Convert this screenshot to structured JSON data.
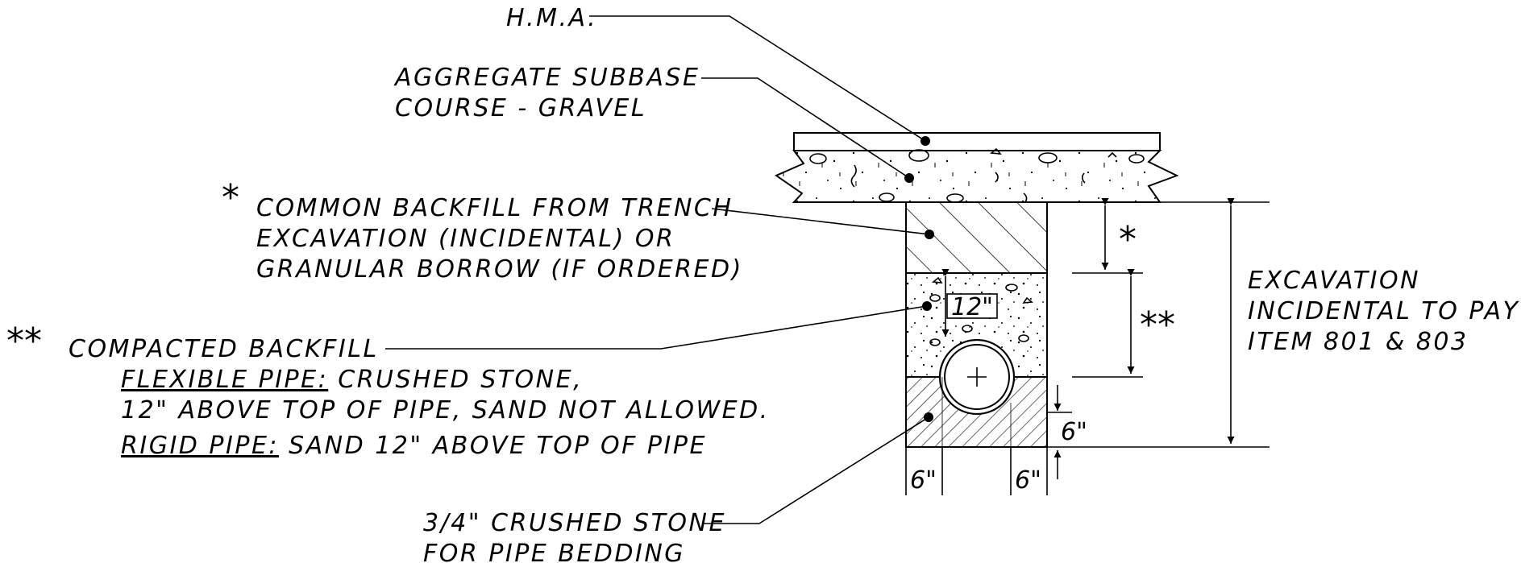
{
  "labels": {
    "hma": "H.M.A.",
    "subbase_1": "AGGREGATE SUBBASE",
    "subbase_2": "COURSE - GRAVEL",
    "common_star": "*",
    "common_1": "COMMON BACKFILL FROM TRENCH",
    "common_2": "EXCAVATION (INCIDENTAL) OR",
    "common_3": "GRANULAR BORROW (IF ORDERED)",
    "compacted_star": "**",
    "compacted_1": "COMPACTED BACKFILL",
    "flexible_term": "FLEXIBLE PIPE:",
    "flexible_text": "CRUSHED STONE,",
    "flexible_2": "12\" ABOVE TOP OF PIPE, SAND NOT ALLOWED.",
    "rigid_term": "RIGID PIPE:",
    "rigid_text": "SAND 12\" ABOVE TOP OF PIPE",
    "bedding_1": "3/4\" CRUSHED STONE",
    "bedding_2": "FOR PIPE BEDDING",
    "excavation_1": "EXCAVATION",
    "excavation_2": "INCIDENTAL TO PAY",
    "excavation_3": "ITEM 801 & 803"
  },
  "dimensions": {
    "star_dim": "*",
    "double_star_dim": "**",
    "cover_12": "12\"",
    "bedding_depth": "6\"",
    "side_left": "6\"",
    "side_right": "6\""
  }
}
